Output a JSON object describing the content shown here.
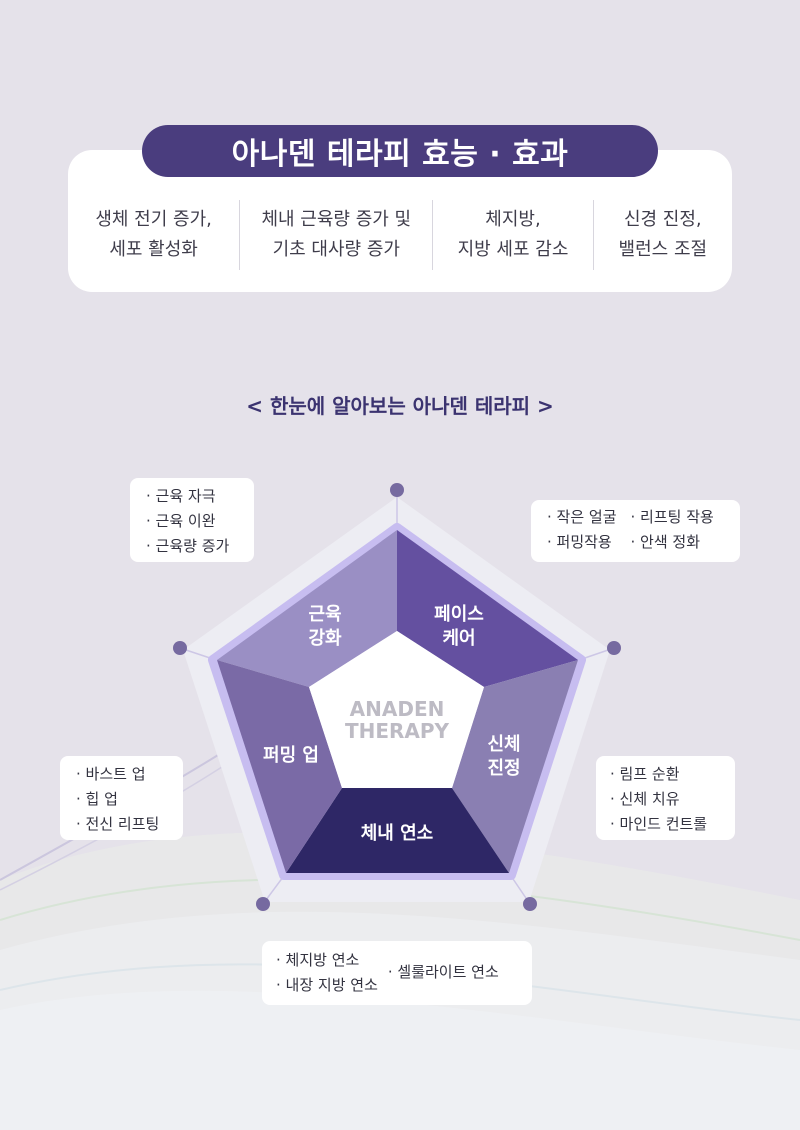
{
  "header": {
    "title": "아나덴 테라피 효능 · 효과",
    "effects": [
      {
        "line1": "생체 전기 증가,",
        "line2": "세포 활성화"
      },
      {
        "line1": "체내 근육량 증가 및",
        "line2": "기초 대사량 증가"
      },
      {
        "line1": "체지방,",
        "line2": "지방 세포 감소"
      },
      {
        "line1": "신경 진정,",
        "line2": "밸런스 조절"
      }
    ]
  },
  "section_title": "< 한눈에 알아보는 아나덴 테라피 >",
  "pentagon": {
    "center": {
      "line1": "ANADEN",
      "line2": "THERAPY"
    },
    "segments": [
      {
        "line1": "근육",
        "line2": "강화",
        "color": "#9a8fc4"
      },
      {
        "line1": "페이스",
        "line2": "케어",
        "color": "#6450a0"
      },
      {
        "line1": "신체",
        "line2": "진정",
        "color": "#8a7fb2"
      },
      {
        "line1": "체내 연소",
        "color": "#2e2766"
      },
      {
        "line1": "퍼밍 업",
        "color": "#7a6aa6"
      }
    ],
    "outline_color": "#c7bdf0",
    "dot_color": "#766aa0"
  },
  "boxes": {
    "top_left": [
      "· 근육 자극",
      "· 근육 이완",
      "· 근육량 증가"
    ],
    "top_right": {
      "col1": [
        "· 작은 얼굴",
        "· 퍼밍작용"
      ],
      "col2": [
        "· 리프팅 작용",
        "· 안색 정화"
      ]
    },
    "left": [
      "· 바스트 업",
      "· 힙 업",
      "· 전신 리프팅"
    ],
    "right": [
      "· 림프 순환",
      "· 신체 치유",
      "· 마인드 컨트롤"
    ],
    "bottom": {
      "col1": [
        "· 체지방 연소",
        "· 내장 지방 연소"
      ],
      "col2": [
        "· 셀룰라이트 연소"
      ]
    }
  }
}
